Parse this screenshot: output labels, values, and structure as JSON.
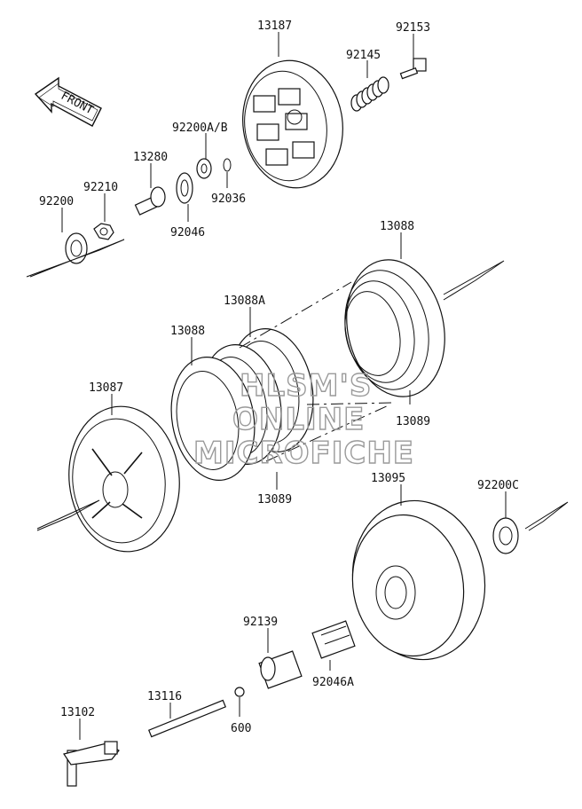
{
  "front_arrow": {
    "text": "FRONT",
    "icon": "front-arrow-icon"
  },
  "watermark": [
    "HLSM'S",
    "ONLINE",
    "MICROFICHE"
  ],
  "parts": {
    "p13187": "13187",
    "p92153": "92153",
    "p92145": "92145",
    "p92200ab": "92200A/B",
    "p13280": "13280",
    "p92210": "92210",
    "p92200": "92200",
    "p92036": "92036",
    "p92046": "92046",
    "p13088_top": "13088",
    "p13088a": "13088A",
    "p13088_mid": "13088",
    "p13087": "13087",
    "p13089_right": "13089",
    "p13089_mid": "13089",
    "p13095": "13095",
    "p92200c": "92200C",
    "p92139": "92139",
    "p92046a": "92046A",
    "p13116": "13116",
    "p600": "600",
    "p13102": "13102"
  }
}
